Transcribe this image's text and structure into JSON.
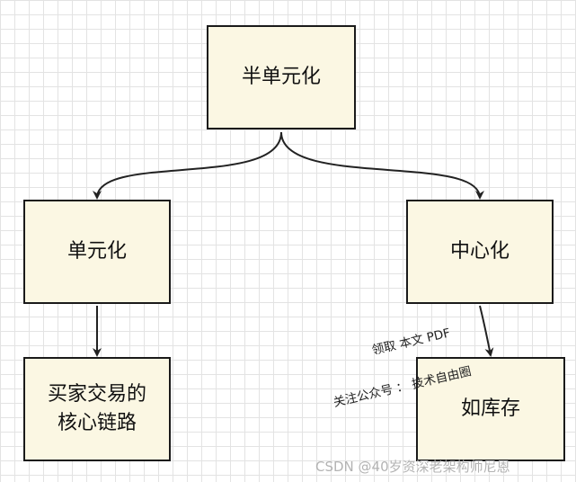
{
  "nodes": {
    "top": "半单元化",
    "left": "单元化",
    "right": "中心化",
    "bottom_left_line1": "买家交易的",
    "bottom_left_line2": "核心链路",
    "bottom_right": "如库存"
  },
  "notes": {
    "line1": "领取 本文 PDF",
    "line2": "关注公众号 ： 技术自由圈"
  },
  "watermark": "CSDN @40岁资深老架构师尼恩"
}
